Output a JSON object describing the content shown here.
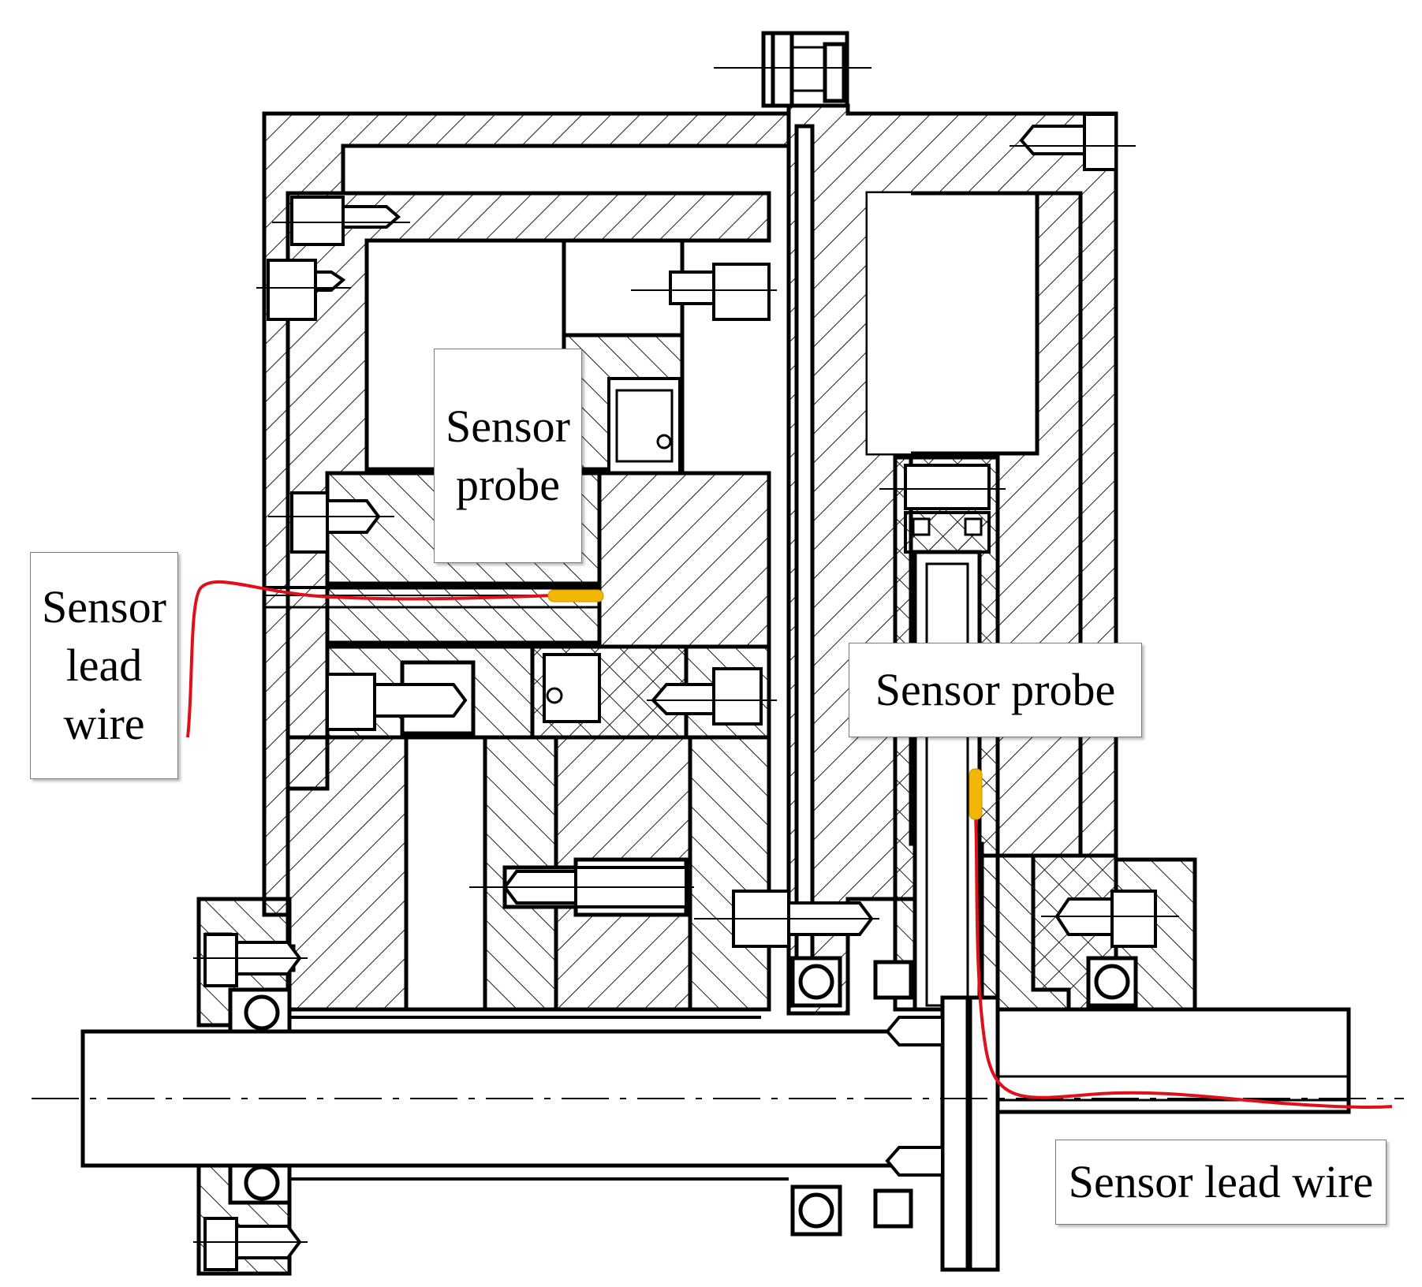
{
  "labels": {
    "probe_top": "Sensor probe",
    "lead_left": "Sensor lead wire",
    "probe_right": "Sensor probe",
    "lead_right": "Sensor lead wire"
  },
  "colors": {
    "line": "#000000",
    "hatch": "#1a1a1a",
    "wire": "#e0101a",
    "probe": "#f2b705",
    "label_border": "#7a7a7a"
  }
}
